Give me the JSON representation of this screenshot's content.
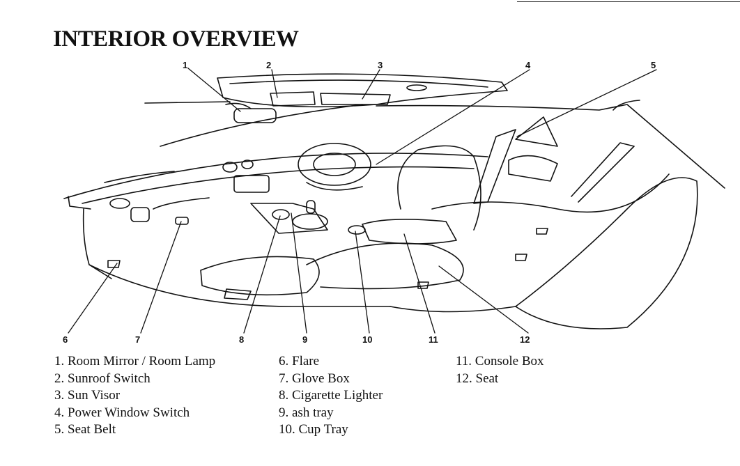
{
  "title": "INTERIOR OVERVIEW",
  "callout_numbers": [
    "1",
    "2",
    "3",
    "4",
    "5",
    "6",
    "7",
    "8",
    "9",
    "10",
    "11",
    "12"
  ],
  "legend": {
    "column1": [
      "1. Room Mirror / Room Lamp",
      "2. Sunroof Switch",
      "3. Sun Visor",
      "4. Power Window Switch",
      "5. Seat Belt"
    ],
    "column2": [
      "6. Flare",
      "7. Glove Box",
      "8. Cigarette Lighter",
      "9. ash tray",
      "10. Cup Tray"
    ],
    "column3": [
      "11. Console Box",
      "12. Seat"
    ]
  }
}
